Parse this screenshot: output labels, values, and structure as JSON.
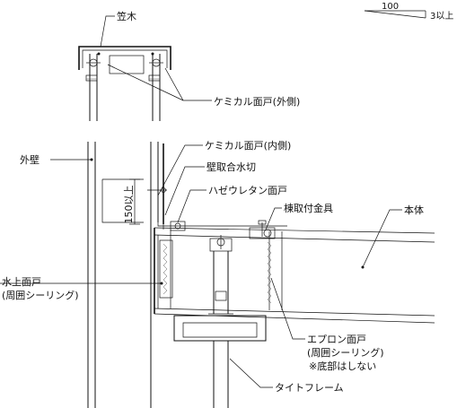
{
  "slope": {
    "run": "100",
    "rise": "3以上"
  },
  "labels": {
    "kasagi": "笠木",
    "chemical_outer": "ケミカル面戸(外側)",
    "gaiheki": "外壁",
    "chemical_inner": "ケミカル面戸(内側)",
    "kabetori": "壁取合水切",
    "dim_150": "150以上",
    "haze_urethane": "ハゼウレタン面戸",
    "munetori": "棟取付金具",
    "hontai": "本体",
    "mizukami_1": "水上面戸",
    "mizukami_2": "(周囲シーリング)",
    "apron_1": "エプロン面戸",
    "apron_2": "(周囲シーリング)",
    "apron_3": "※底部はしない",
    "tight_frame": "タイトフレーム"
  }
}
